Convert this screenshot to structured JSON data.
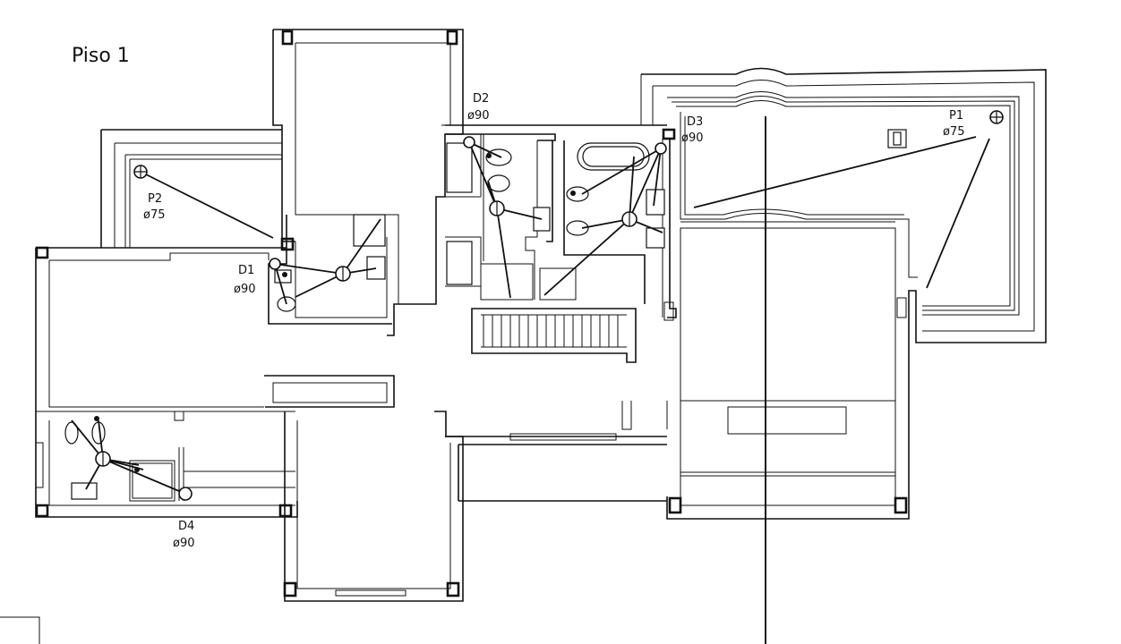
{
  "title": "Piso 1",
  "labels": {
    "d1": {
      "name": "D1",
      "diameter": "ø90"
    },
    "d2": {
      "name": "D2",
      "diameter": "ø90"
    },
    "d3": {
      "name": "D3",
      "diameter": "ø90"
    },
    "d4": {
      "name": "D4",
      "diameter": "ø90"
    },
    "p1": {
      "name": "P1",
      "diameter": "ø75"
    },
    "p2": {
      "name": "P2",
      "diameter": "ø75"
    }
  }
}
